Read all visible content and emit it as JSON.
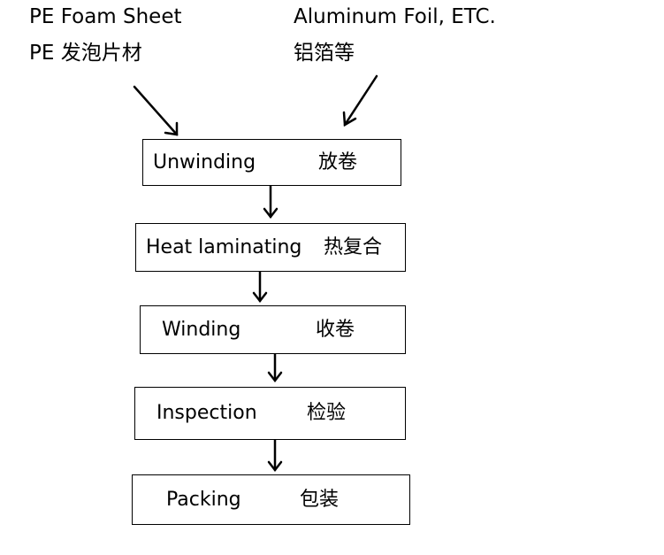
{
  "inputs": {
    "left": {
      "en": "PE Foam Sheet",
      "zh": "PE 发泡片材"
    },
    "right": {
      "en": "Aluminum Foil, ETC.",
      "zh": "铝箔等"
    }
  },
  "steps": [
    {
      "en": "Unwinding",
      "zh": "放卷"
    },
    {
      "en": "Heat laminating",
      "zh": "热复合"
    },
    {
      "en": "Winding",
      "zh": "收卷"
    },
    {
      "en": "Inspection",
      "zh": "检验"
    },
    {
      "en": "Packing",
      "zh": "包装"
    }
  ]
}
